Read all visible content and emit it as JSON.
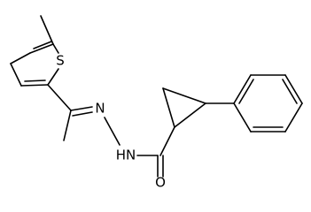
{
  "molecule": {
    "atoms": {
      "sulfur": "S",
      "imine_nitrogen": "N",
      "amide_nh": "HN",
      "carbonyl_oxygen": "O"
    }
  }
}
